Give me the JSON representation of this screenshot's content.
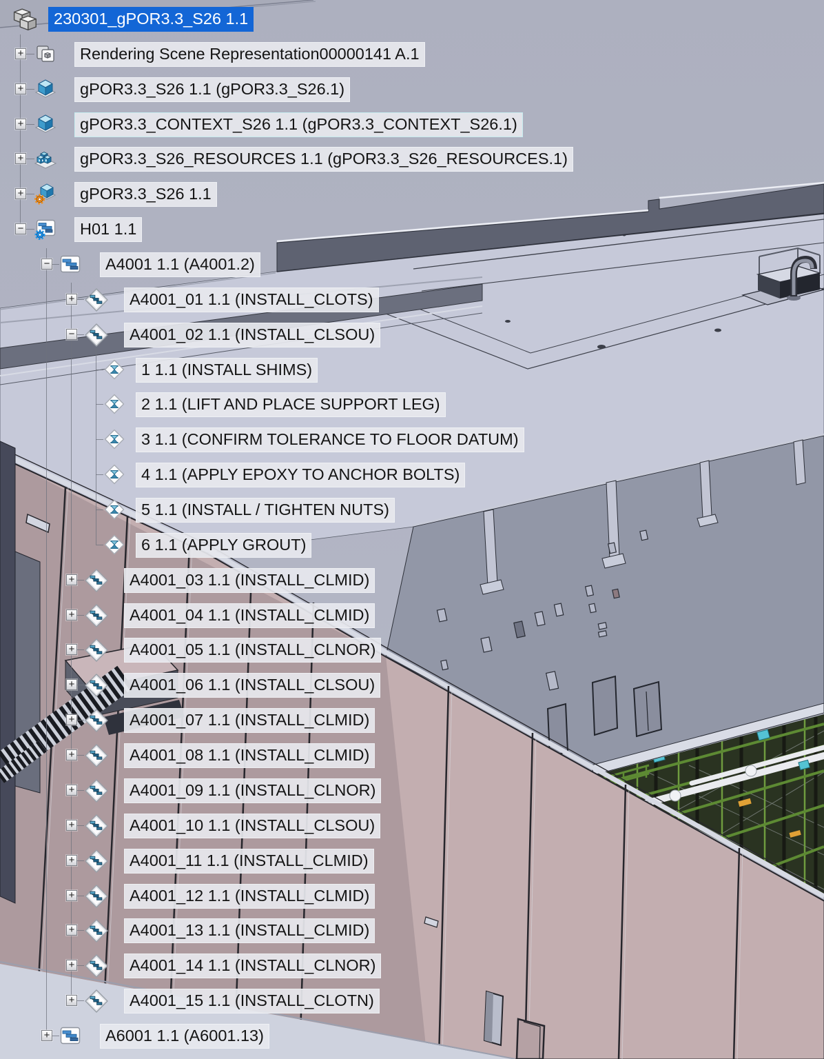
{
  "viewport": {
    "type": "3d-cad-view",
    "selection_color": "#1366d6",
    "label_bg": "#e7e8ee",
    "background_top": "#adb0bf",
    "background_bottom": "#b6b9c8"
  },
  "scene": {
    "description": "Isometric CAD model of a factory building: light rooftop with dark parapet bands, grey interior wall with small vents and doors, pink exterior cladding wall with panel seams, green process equipment with white pipes visible at lower right, roof hatch and gooseneck vent on roof",
    "colors": {
      "roof": "#c6c9d9",
      "parapet": "#5e6271",
      "wall_grey": "#9297a7",
      "pilaster": "#c2c5d4",
      "wall_pink": "#c3aeb0",
      "wall_pink_shaded": "#ad9a9e",
      "coping": "#d7dae4",
      "ground": "#ced2de",
      "machinery_base": "#2a3321",
      "machinery_green": "#5d8a33",
      "pipe_white": "#eaebef",
      "accent_teal": "#54c3d4",
      "accent_orange": "#e0a136"
    }
  },
  "tree": {
    "nodes": [
      {
        "id": "root",
        "label": "230301_gPOR3.3_S26 1.1",
        "level": 0,
        "expander": "none",
        "icon": "assembly-icon",
        "selected": true,
        "highlighted": false
      },
      {
        "id": "n1",
        "label": "Rendering Scene Representation00000141 A.1",
        "level": 1,
        "expander": "plus",
        "icon": "scene-representation-icon",
        "selected": false,
        "highlighted": false
      },
      {
        "id": "n2",
        "label": "gPOR3.3_S26 1.1 (gPOR3.3_S26.1)",
        "level": 1,
        "expander": "plus",
        "icon": "product-icon",
        "selected": false,
        "highlighted": false
      },
      {
        "id": "n3",
        "label": "gPOR3.3_CONTEXT_S26 1.1 (gPOR3.3_CONTEXT_S26.1)",
        "level": 1,
        "expander": "plus",
        "icon": "product-icon",
        "selected": false,
        "highlighted": true
      },
      {
        "id": "n4",
        "label": "gPOR3.3_S26_RESOURCES 1.1 (gPOR3.3_S26_RESOURCES.1)",
        "level": 1,
        "expander": "plus",
        "icon": "resources-icon",
        "selected": false,
        "highlighted": false
      },
      {
        "id": "n5",
        "label": "gPOR3.3_S26 1.1",
        "level": 1,
        "expander": "plus",
        "icon": "product-gear-icon",
        "selected": false,
        "highlighted": false
      },
      {
        "id": "n6",
        "label": "H01 1.1",
        "level": 1,
        "expander": "minus",
        "icon": "gantt-gear-icon",
        "selected": false,
        "highlighted": false
      },
      {
        "id": "n7",
        "label": "A4001 1.1 (A4001.2)",
        "level": 2,
        "expander": "minus",
        "icon": "gantt-icon",
        "selected": false,
        "highlighted": false
      },
      {
        "id": "n8",
        "label": "A4001_01 1.1 (INSTALL_CLOTS)",
        "level": 3,
        "expander": "plus",
        "icon": "operation-icon",
        "selected": false,
        "highlighted": false
      },
      {
        "id": "n9",
        "label": "A4001_02 1.1 (INSTALL_CLSOU)",
        "level": 3,
        "expander": "minus",
        "icon": "operation-icon",
        "selected": false,
        "highlighted": false
      },
      {
        "id": "n10",
        "label": "1 1.1 (INSTALL SHIMS)",
        "level": 4,
        "expander": "none",
        "icon": "step-icon",
        "selected": false,
        "highlighted": false
      },
      {
        "id": "n11",
        "label": "2 1.1 (LIFT AND PLACE SUPPORT LEG)",
        "level": 4,
        "expander": "none",
        "icon": "step-icon",
        "selected": false,
        "highlighted": false
      },
      {
        "id": "n12",
        "label": "3 1.1 (CONFIRM TOLERANCE TO FLOOR DATUM)",
        "level": 4,
        "expander": "none",
        "icon": "step-icon",
        "selected": false,
        "highlighted": false
      },
      {
        "id": "n13",
        "label": "4 1.1 (APPLY EPOXY TO ANCHOR BOLTS)",
        "level": 4,
        "expander": "none",
        "icon": "step-icon",
        "selected": false,
        "highlighted": false
      },
      {
        "id": "n14",
        "label": "5 1.1 (INSTALL / TIGHTEN NUTS)",
        "level": 4,
        "expander": "none",
        "icon": "step-icon",
        "selected": false,
        "highlighted": false
      },
      {
        "id": "n15",
        "label": "6 1.1 (APPLY GROUT)",
        "level": 4,
        "expander": "none",
        "icon": "step-icon",
        "selected": false,
        "highlighted": false
      },
      {
        "id": "n16",
        "label": "A4001_03 1.1 (INSTALL_CLMID)",
        "level": 3,
        "expander": "plus",
        "icon": "operation-icon",
        "selected": false,
        "highlighted": false
      },
      {
        "id": "n17",
        "label": "A4001_04 1.1 (INSTALL_CLMID)",
        "level": 3,
        "expander": "plus",
        "icon": "operation-icon",
        "selected": false,
        "highlighted": false
      },
      {
        "id": "n18",
        "label": "A4001_05 1.1 (INSTALL_CLNOR)",
        "level": 3,
        "expander": "plus",
        "icon": "operation-icon",
        "selected": false,
        "highlighted": false
      },
      {
        "id": "n19",
        "label": "A4001_06 1.1 (INSTALL_CLSOU)",
        "level": 3,
        "expander": "plus",
        "icon": "operation-icon",
        "selected": false,
        "highlighted": false
      },
      {
        "id": "n20",
        "label": "A4001_07 1.1 (INSTALL_CLMID)",
        "level": 3,
        "expander": "plus",
        "icon": "operation-icon",
        "selected": false,
        "highlighted": false
      },
      {
        "id": "n21",
        "label": "A4001_08 1.1 (INSTALL_CLMID)",
        "level": 3,
        "expander": "plus",
        "icon": "operation-icon",
        "selected": false,
        "highlighted": false
      },
      {
        "id": "n22",
        "label": "A4001_09 1.1 (INSTALL_CLNOR)",
        "level": 3,
        "expander": "plus",
        "icon": "operation-icon",
        "selected": false,
        "highlighted": false
      },
      {
        "id": "n23",
        "label": "A4001_10 1.1 (INSTALL_CLSOU)",
        "level": 3,
        "expander": "plus",
        "icon": "operation-icon",
        "selected": false,
        "highlighted": false
      },
      {
        "id": "n24",
        "label": "A4001_11 1.1 (INSTALL_CLMID)",
        "level": 3,
        "expander": "plus",
        "icon": "operation-icon",
        "selected": false,
        "highlighted": false
      },
      {
        "id": "n25",
        "label": "A4001_12 1.1 (INSTALL_CLMID)",
        "level": 3,
        "expander": "plus",
        "icon": "operation-icon",
        "selected": false,
        "highlighted": false
      },
      {
        "id": "n26",
        "label": "A4001_13 1.1 (INSTALL_CLMID)",
        "level": 3,
        "expander": "plus",
        "icon": "operation-icon",
        "selected": false,
        "highlighted": false
      },
      {
        "id": "n27",
        "label": "A4001_14 1.1 (INSTALL_CLNOR)",
        "level": 3,
        "expander": "plus",
        "icon": "operation-icon",
        "selected": false,
        "highlighted": false
      },
      {
        "id": "n28",
        "label": "A4001_15 1.1 (INSTALL_CLOTN)",
        "level": 3,
        "expander": "plus",
        "icon": "operation-icon",
        "selected": false,
        "highlighted": false
      },
      {
        "id": "n29",
        "label": "A6001 1.1 (A6001.13)",
        "level": 2,
        "expander": "plus",
        "icon": "gantt-icon",
        "selected": false,
        "highlighted": false
      }
    ],
    "expander_plus_glyph": "+",
    "expander_minus_glyph": "−"
  }
}
